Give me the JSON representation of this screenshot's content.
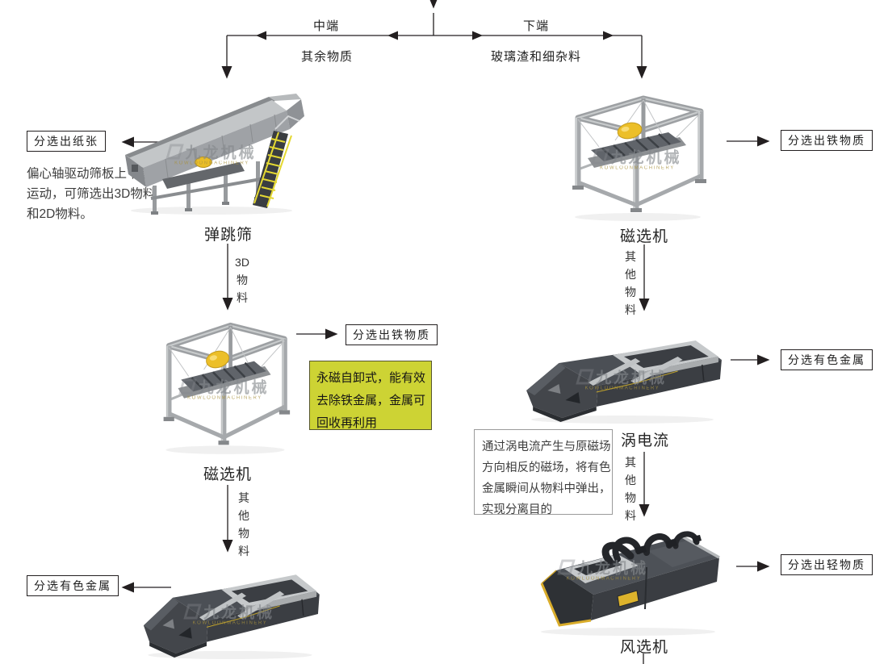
{
  "labels": {
    "mid_end": "中端",
    "low_end": "下端",
    "mid_material": "其余物质",
    "low_material": "玻璃渣和细杂料"
  },
  "outputs": {
    "paper": "分选出纸张",
    "iron_left": "分选出铁物质",
    "iron_right": "分选出铁物质",
    "nonferrous_left": "分选有色金属",
    "nonferrous_right": "分选有色金属",
    "light": "分选出轻物质"
  },
  "machines": {
    "bounce_screen": "弹跳筛",
    "magnetic_left": "磁选机",
    "magnetic_right": "磁选机",
    "eddy_current": "涡电流",
    "air_separator": "风选机"
  },
  "flows": {
    "three_d": [
      "3D",
      "物",
      "料"
    ],
    "other_left": [
      "其",
      "他",
      "物",
      "料"
    ],
    "other_right_1": [
      "其",
      "他",
      "物",
      "料"
    ],
    "other_right_2": [
      "其",
      "他",
      "物",
      "料"
    ]
  },
  "notes": {
    "bounce": [
      "偏心轴驱动筛板上下前后",
      "运动，可筛选出3D物料",
      "和2D物料。"
    ],
    "magnet": [
      "永磁自卸式，能有效",
      "去除铁金属，金属可",
      "回收再利用"
    ],
    "eddy": [
      "通过涡电流产生与原磁场",
      "方向相反的磁场，将有色",
      "金属瞬间从物料中弹出，",
      "实现分离目的"
    ]
  },
  "watermark": {
    "cn": "九龙机械",
    "en": "KOWLOONMACHINERY"
  },
  "colors": {
    "line": "#231f20",
    "highlight_bg": "#cdd334",
    "note_border": "#9a9a9a",
    "machine_yellow": "#e9bd27"
  }
}
